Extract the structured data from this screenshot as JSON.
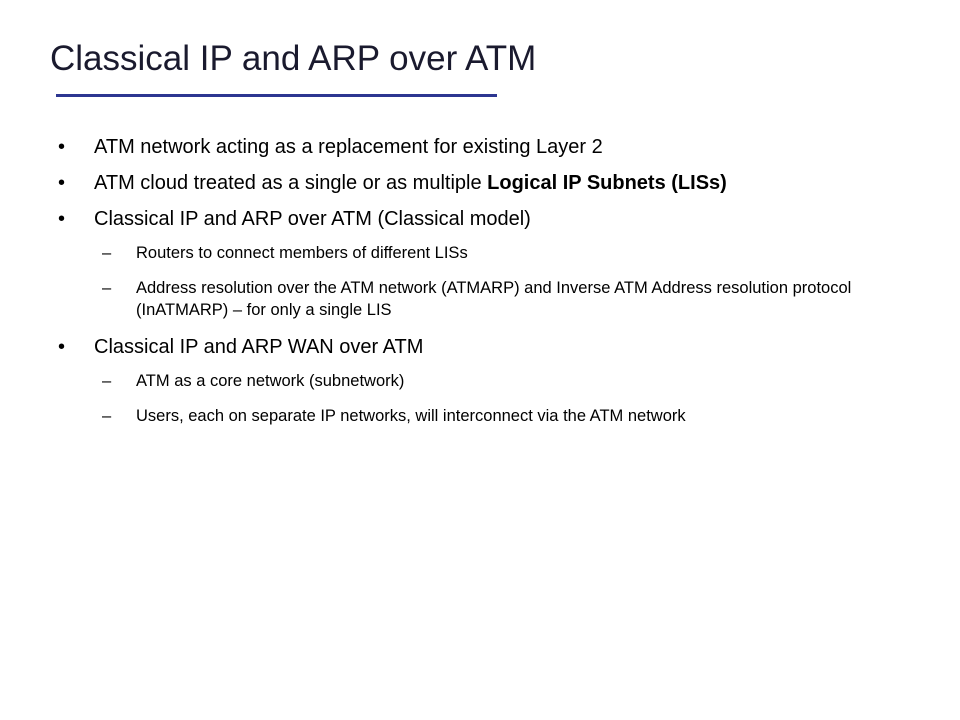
{
  "slide": {
    "title": "Classical IP and ARP over ATM",
    "accent_color": "#2d3691"
  },
  "bullets": [
    {
      "marker": "•",
      "text": "ATM network acting as a replacement for existing Layer 2"
    },
    {
      "marker": "•",
      "text_before": "ATM cloud treated as a single or as multiple ",
      "text_bold": "Logical IP Subnets (LISs)"
    },
    {
      "marker": "•",
      "text": "Classical IP and ARP over ATM (Classical model)",
      "sub": [
        {
          "marker": "–",
          "text": "Routers to connect members of different LISs"
        },
        {
          "marker": "–",
          "text": "Address resolution over the ATM network (ATMARP) and Inverse ATM Address resolution protocol (InATMARP) – for only a single LIS"
        }
      ]
    },
    {
      "marker": "•",
      "text": "Classical IP and ARP WAN over ATM",
      "sub": [
        {
          "marker": "–",
          "text": "ATM as a core network (subnetwork)"
        },
        {
          "marker": "–",
          "text": "Users, each on separate IP networks, will interconnect via the ATM network"
        }
      ]
    }
  ]
}
